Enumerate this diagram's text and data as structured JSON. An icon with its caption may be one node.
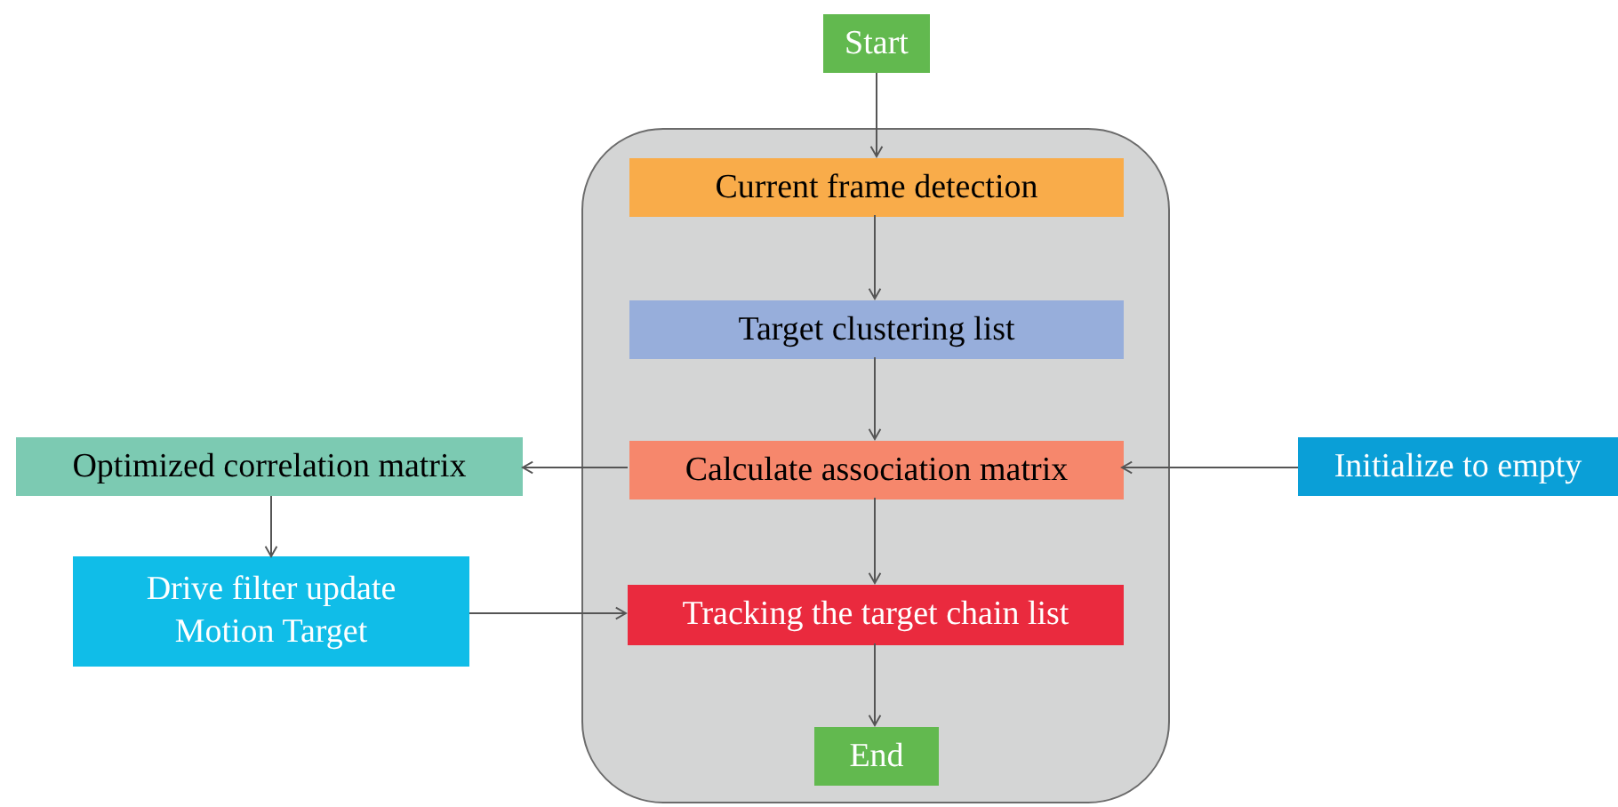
{
  "diagram": {
    "nodes": [
      {
        "text": [
          "Start"
        ]
      },
      {
        "text": [],
        "shape": "box"
      },
      {
        "text": [
          "Current frame detection"
        ],
        "in": 1
      },
      {
        "text": [
          "Target clustering list"
        ],
        "in": 1
      },
      {
        "text": [
          "Calculate association matrix"
        ],
        "in": 1
      },
      {
        "text": [
          "Tracking the target chain list"
        ],
        "in": 1
      },
      {
        "text": [
          "End"
        ],
        "in": 1
      },
      {
        "text": [
          "Optimized correlation matrix"
        ]
      },
      {
        "text": [
          "Drive filter update Motion Target"
        ]
      },
      {
        "text": [
          "Initialize to empty"
        ]
      }
    ],
    "edges": [
      {
        "from": 0,
        "to": 2,
        "arrow": "to"
      },
      {
        "from": 2,
        "to": 3,
        "arrow": "to"
      },
      {
        "from": 3,
        "to": 4,
        "arrow": "to"
      },
      {
        "from": 4,
        "to": 7,
        "arrow": "to"
      },
      {
        "from": 9,
        "to": 4,
        "arrow": "to"
      },
      {
        "from": 7,
        "to": 8,
        "arrow": "to"
      },
      {
        "from": 8,
        "to": 5,
        "arrow": "to"
      },
      {
        "from": 4,
        "to": 5,
        "arrow": "to"
      },
      {
        "from": 5,
        "to": 6,
        "arrow": "to"
      }
    ]
  }
}
